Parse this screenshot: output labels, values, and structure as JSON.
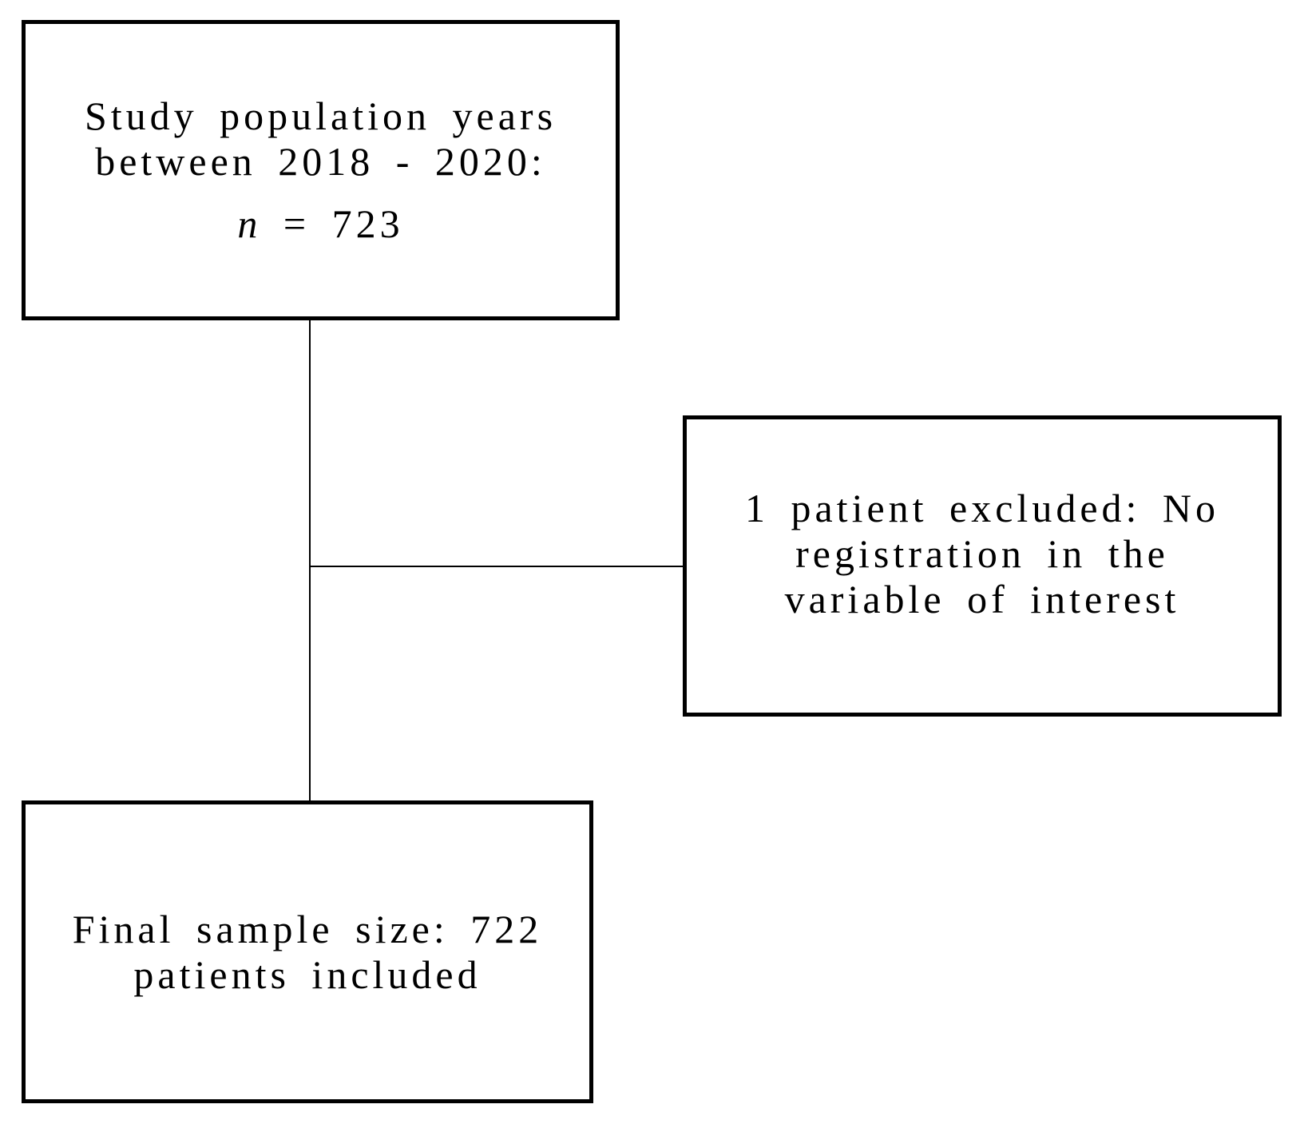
{
  "figure": {
    "type": "flow-diagram",
    "background": "#ffffff"
  },
  "colors": {
    "box_border": "#000000",
    "text": "#000000",
    "connector": "#000000",
    "background": "#ffffff"
  },
  "boxes": {
    "top": {
      "line1": "Study population years",
      "line2": "between 2018 - 2020:",
      "n_var": "n",
      "n_rest": " = 723"
    },
    "excluded": {
      "line1": "1 patient excluded: No",
      "line2": "registration in the",
      "line3": "variable of interest"
    },
    "final": {
      "line1": "Final sample size: 722",
      "line2": "patients included"
    }
  },
  "connectors": {
    "vertical": "top-box-to-final-box",
    "horizontal": "main-flow-to-exclusion-box"
  }
}
